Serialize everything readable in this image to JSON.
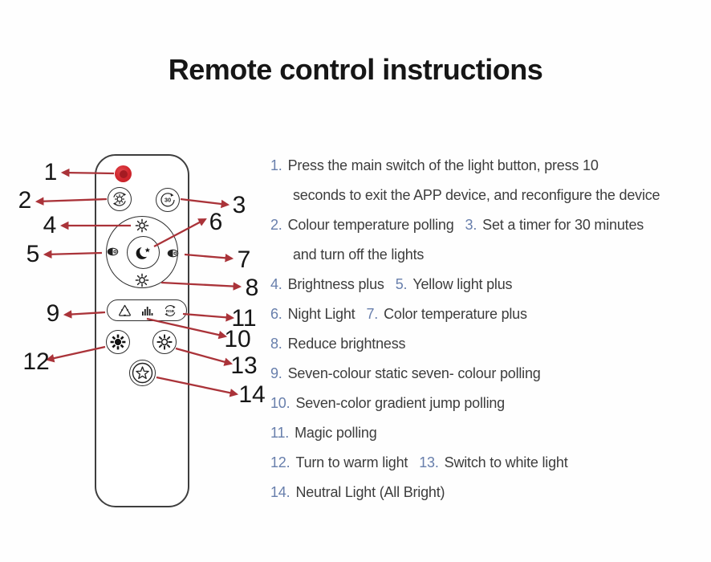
{
  "title": "Remote control instructions",
  "colors": {
    "arrow": "#aa3339",
    "list_number": "#687fac",
    "body_text": "#3d3d3d",
    "title_text": "#161616",
    "power_button_red": "#d2272e",
    "line_art": "#2e2e2e"
  },
  "remote": {
    "timer_label": "30",
    "rgb_label": "RGB",
    "icons": [
      "power-icon",
      "color-temp-polling-icon",
      "timer-30-icon",
      "brightness-up-icon",
      "yellow-light-icon",
      "night-light-icon",
      "color-temp-plus-icon",
      "brightness-down-icon",
      "seven-color-static-icon",
      "gradient-jump-icon",
      "magic-rgb-icon",
      "warm-light-icon",
      "white-light-icon",
      "neutral-light-icon"
    ]
  },
  "callouts": [
    {
      "label": "1"
    },
    {
      "label": "2"
    },
    {
      "label": "3"
    },
    {
      "label": "4"
    },
    {
      "label": "5"
    },
    {
      "label": "6"
    },
    {
      "label": "7"
    },
    {
      "label": "8"
    },
    {
      "label": "9"
    },
    {
      "label": "10"
    },
    {
      "label": "11"
    },
    {
      "label": "12"
    },
    {
      "label": "13"
    },
    {
      "label": "14"
    }
  ],
  "instructions": {
    "lines": [
      {
        "indent": false,
        "segments": [
          {
            "num": "1.",
            "text": "Press the main switch of the light button, press 10"
          }
        ]
      },
      {
        "indent": true,
        "segments": [
          {
            "num": "",
            "text": "seconds to exit the APP device, and reconfigure the device"
          }
        ]
      },
      {
        "indent": false,
        "segments": [
          {
            "num": "2.",
            "text": "Colour temperature polling"
          },
          {
            "num": "3.",
            "text": "Set a timer for 30 minutes"
          }
        ]
      },
      {
        "indent": true,
        "segments": [
          {
            "num": "",
            "text": "and turn off the lights"
          }
        ]
      },
      {
        "indent": false,
        "segments": [
          {
            "num": "4.",
            "text": "Brightness plus"
          },
          {
            "num": "5.",
            "text": "Yellow light plus"
          }
        ]
      },
      {
        "indent": false,
        "segments": [
          {
            "num": "6.",
            "text": "Night Light"
          },
          {
            "num": "7.",
            "text": "Color temperature plus"
          }
        ]
      },
      {
        "indent": false,
        "segments": [
          {
            "num": "8.",
            "text": "Reduce brightness"
          }
        ]
      },
      {
        "indent": false,
        "segments": [
          {
            "num": "9.",
            "text": "Seven-colour static seven- colour polling"
          }
        ]
      },
      {
        "indent": false,
        "segments": [
          {
            "num": "10.",
            "text": "Seven-color gradient jump polling"
          }
        ]
      },
      {
        "indent": false,
        "segments": [
          {
            "num": "11.",
            "text": "Magic polling"
          }
        ]
      },
      {
        "indent": false,
        "segments": [
          {
            "num": "12.",
            "text": "Turn to warm light"
          },
          {
            "num": "13.",
            "text": "Switch to white light"
          }
        ]
      },
      {
        "indent": false,
        "segments": [
          {
            "num": "14.",
            "text": "Neutral Light (All Bright)"
          }
        ]
      }
    ]
  }
}
